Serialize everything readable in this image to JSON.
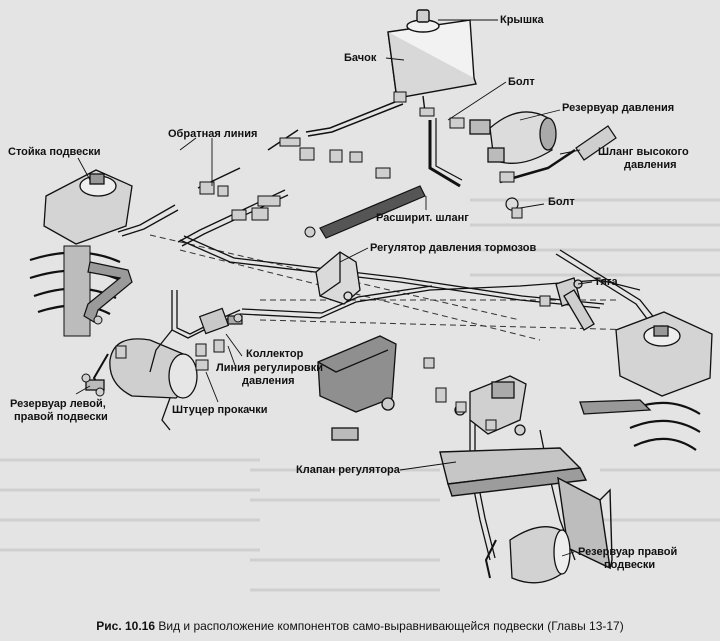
{
  "labels": {
    "kryshka": "Крышка",
    "bachok": "Бачок",
    "bolt_top": "Болт",
    "rezervuar_davleniya": "Резервуар давления",
    "obratnaya_liniya": "Обратная линия",
    "stoyka_podveski": "Стойка подвески",
    "shlang_vysokogo_line1": "Шланг высокого",
    "shlang_vysokogo_line2": "давления",
    "bolt_right": "Болт",
    "rasshirit_shlang": "Расширит. шланг",
    "regulyator_davleniya": "Регулятор давления тормозов",
    "tyaga": "Тяга",
    "kollektor": "Коллектор",
    "liniya_reg_line1": "Линия регулировки",
    "liniya_reg_line2": "давления",
    "rezervuar_levoy_line1": "Резервуар левой,",
    "rezervuar_levoy_line2": "правой подвески",
    "shtutser": "Штуцер прокачки",
    "klapan": "Клапан регулятора",
    "rezervuar_pravoy_line1": "Резервуар правой",
    "rezervuar_pravoy_line2": "подвески"
  },
  "caption": {
    "number": "Рис. 10.16",
    "text": "Вид и расположение компонентов само-выравнивающейся подвески (Главы 13-17)"
  }
}
